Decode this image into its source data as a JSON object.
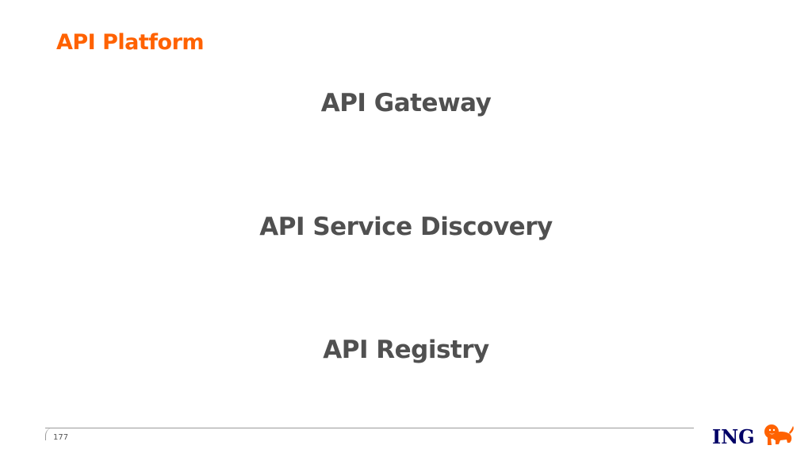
{
  "slide": {
    "title": "API Platform",
    "topics": [
      "API Gateway",
      "API Service Discovery",
      "API Registry"
    ],
    "page_number": "177"
  },
  "logo": {
    "text": "ING",
    "icon": "lion-icon",
    "text_color": "#000066",
    "icon_color": "#ff6200"
  },
  "colors": {
    "accent": "#ff6200",
    "body_text": "#505050"
  }
}
